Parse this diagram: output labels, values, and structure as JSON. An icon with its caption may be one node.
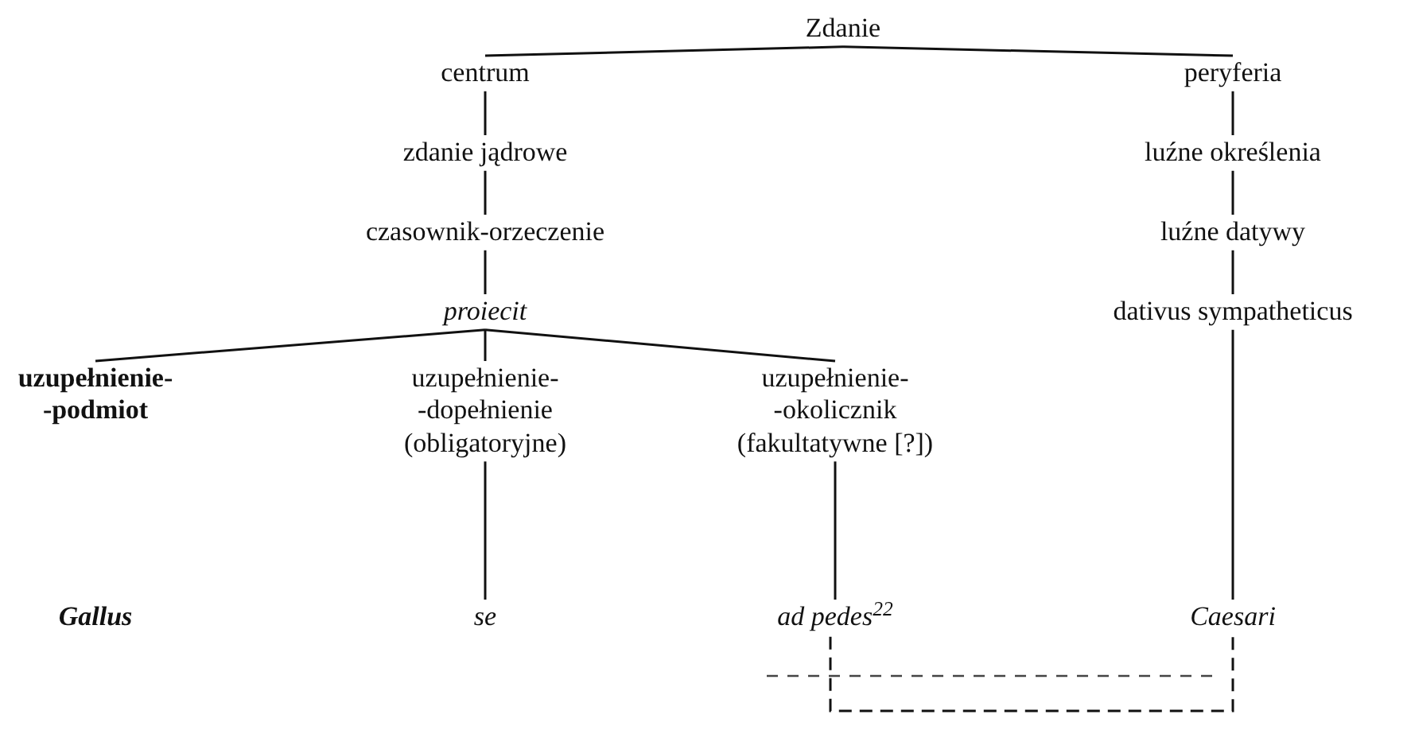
{
  "diagram": {
    "nodes": [
      {
        "text": [
          "Zdanie"
        ]
      },
      {
        "text": [
          "centrum"
        ]
      },
      {
        "text": [
          "peryferia"
        ]
      },
      {
        "text": [
          "zdanie jądrowe"
        ]
      },
      {
        "text": [
          "czasownik-orzeczenie"
        ]
      },
      {
        "text": [
          "proiecit"
        ]
      },
      {
        "text": [
          "uzupełnienie- -podmiot"
        ]
      },
      {
        "text": [
          "uzupełnienie- -dopełnienie (obligatoryjne)"
        ]
      },
      {
        "text": [
          "uzupełnienie- -okolicznik (fakultatywne [?])"
        ]
      },
      {
        "text": [
          "Gallus"
        ]
      },
      {
        "text": [
          "se"
        ]
      },
      {
        "text": [
          "ad pedes$^{22}$"
        ]
      },
      {
        "text": [
          "luźne określenia"
        ]
      },
      {
        "text": [
          "luźne datywy"
        ]
      },
      {
        "text": [
          "dativus sympatheticus"
        ]
      },
      {
        "text": [
          "Caesari"
        ]
      }
    ],
    "edges": [
      {
        "from": 0,
        "to": 1,
        "arrow": "none"
      },
      {
        "from": 0,
        "to": 2,
        "arrow": "none"
      },
      {
        "from": 1,
        "to": 3,
        "arrow": "none"
      },
      {
        "from": 3,
        "to": 4,
        "arrow": "none"
      },
      {
        "from": 4,
        "to": 5,
        "arrow": "none"
      },
      {
        "from": 5,
        "to": 6,
        "arrow": "none"
      },
      {
        "from": 5,
        "to": 7,
        "arrow": "none"
      },
      {
        "from": 5,
        "to": 8,
        "arrow": "none"
      },
      {
        "from": 7,
        "to": 10,
        "arrow": "none"
      },
      {
        "from": 8,
        "to": 11,
        "arrow": "none"
      },
      {
        "from": 2,
        "to": 12,
        "arrow": "none"
      },
      {
        "from": 12,
        "to": 13,
        "arrow": "none"
      },
      {
        "from": 13,
        "to": 14,
        "arrow": "none"
      },
      {
        "from": 14,
        "to": 15,
        "arrow": "none"
      },
      {
        "from": 11,
        "to": 15,
        "arrow": "none",
        "style": "dashed"
      }
    ]
  }
}
